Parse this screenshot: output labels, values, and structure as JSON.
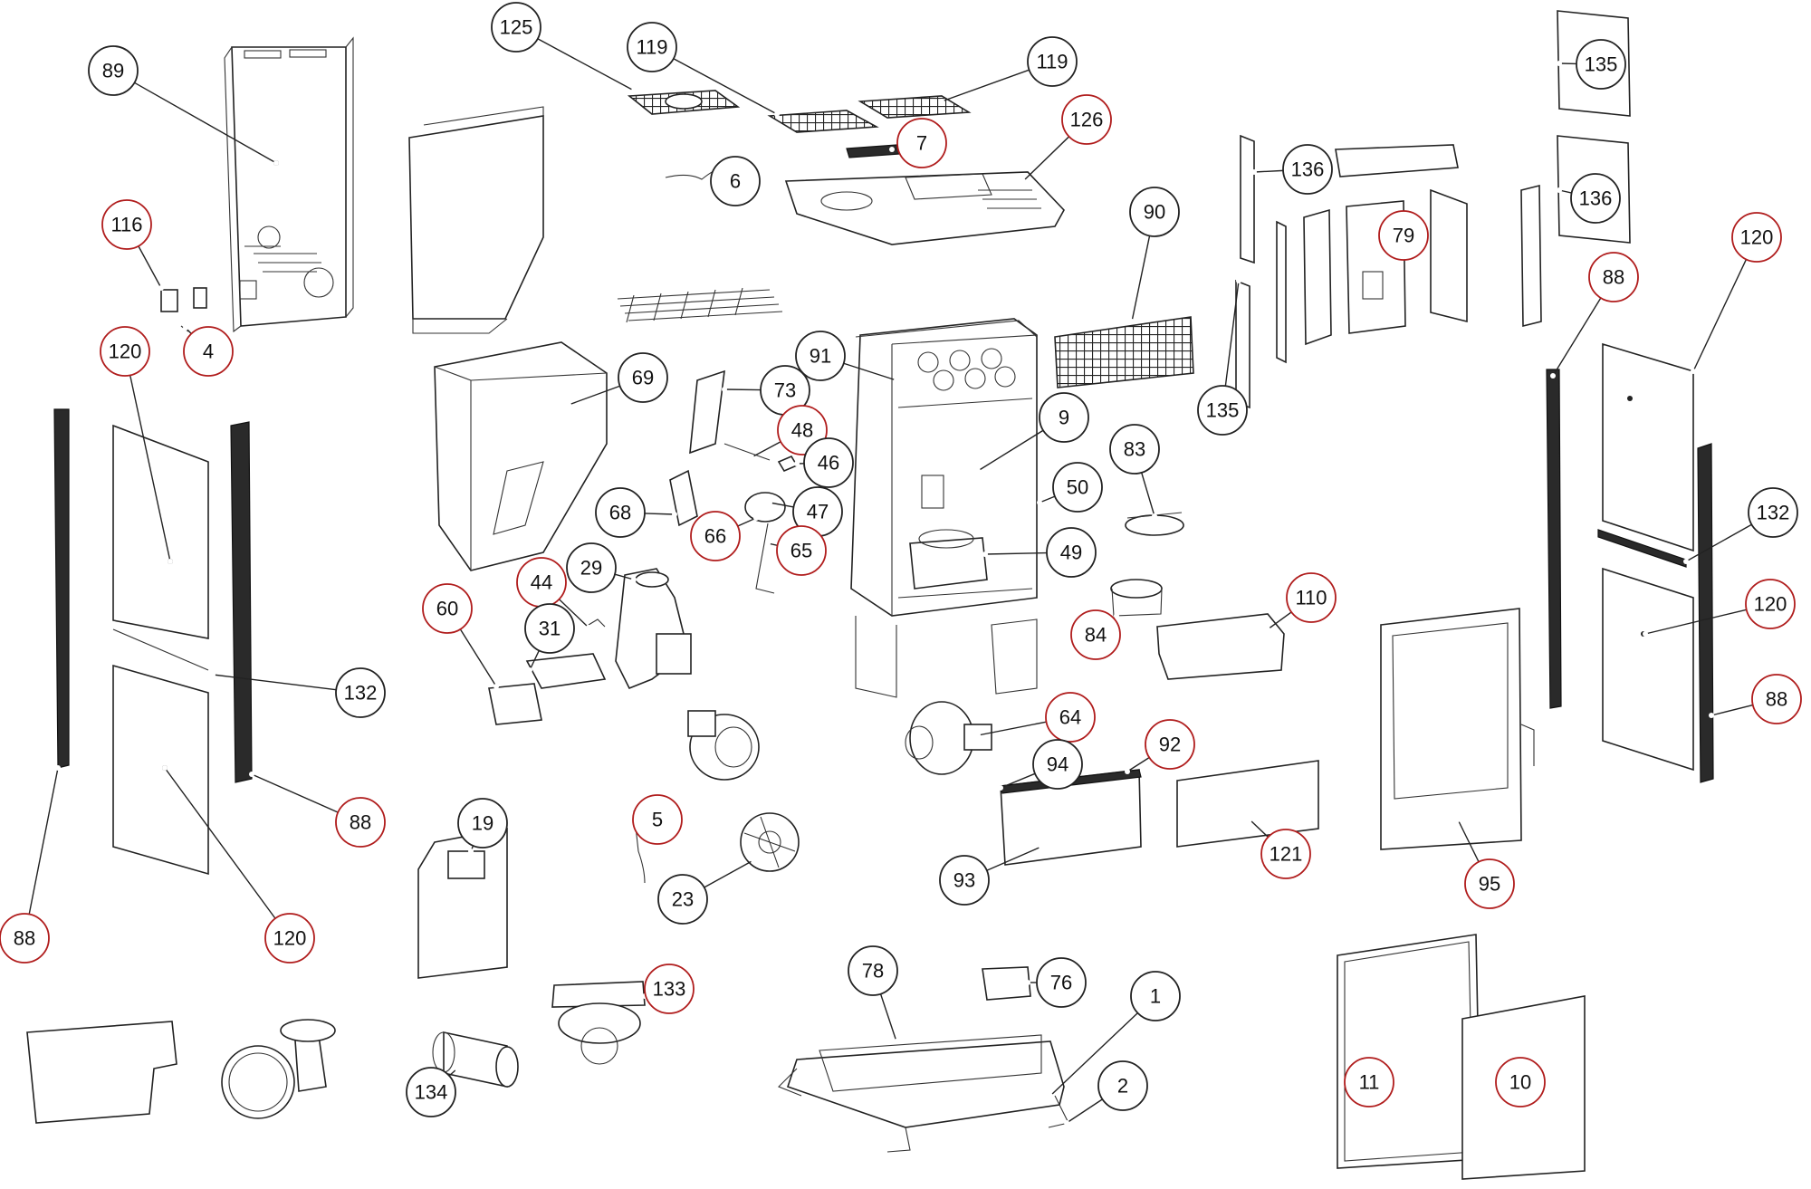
{
  "callout_colors": {
    "standard": "#222222",
    "highlighted": "#b01c1c"
  },
  "callouts": [
    {
      "label": "125",
      "style": "standard"
    },
    {
      "label": "119",
      "style": "standard"
    },
    {
      "label": "119",
      "style": "standard"
    },
    {
      "label": "89",
      "style": "standard"
    },
    {
      "label": "7",
      "style": "highlighted"
    },
    {
      "label": "126",
      "style": "highlighted"
    },
    {
      "label": "6",
      "style": "standard"
    },
    {
      "label": "116",
      "style": "highlighted"
    },
    {
      "label": "4",
      "style": "highlighted"
    },
    {
      "label": "120",
      "style": "highlighted"
    },
    {
      "label": "69",
      "style": "standard"
    },
    {
      "label": "91",
      "style": "standard"
    },
    {
      "label": "73",
      "style": "standard"
    },
    {
      "label": "48",
      "style": "highlighted"
    },
    {
      "label": "46",
      "style": "standard"
    },
    {
      "label": "9",
      "style": "standard"
    },
    {
      "label": "68",
      "style": "standard"
    },
    {
      "label": "47",
      "style": "standard"
    },
    {
      "label": "66",
      "style": "highlighted"
    },
    {
      "label": "65",
      "style": "highlighted"
    },
    {
      "label": "50",
      "style": "standard"
    },
    {
      "label": "49",
      "style": "standard"
    },
    {
      "label": "44",
      "style": "highlighted"
    },
    {
      "label": "29",
      "style": "standard"
    },
    {
      "label": "60",
      "style": "highlighted"
    },
    {
      "label": "31",
      "style": "standard"
    },
    {
      "label": "132",
      "style": "standard"
    },
    {
      "label": "88",
      "style": "highlighted"
    },
    {
      "label": "90",
      "style": "standard"
    },
    {
      "label": "136",
      "style": "standard"
    },
    {
      "label": "79",
      "style": "highlighted"
    },
    {
      "label": "135",
      "style": "standard"
    },
    {
      "label": "135",
      "style": "standard"
    },
    {
      "label": "136",
      "style": "standard"
    },
    {
      "label": "120",
      "style": "highlighted"
    },
    {
      "label": "88",
      "style": "highlighted"
    },
    {
      "label": "83",
      "style": "standard"
    },
    {
      "label": "84",
      "style": "highlighted"
    },
    {
      "label": "110",
      "style": "highlighted"
    },
    {
      "label": "132",
      "style": "standard"
    },
    {
      "label": "120",
      "style": "highlighted"
    },
    {
      "label": "88",
      "style": "highlighted"
    },
    {
      "label": "64",
      "style": "highlighted"
    },
    {
      "label": "92",
      "style": "highlighted"
    },
    {
      "label": "94",
      "style": "standard"
    },
    {
      "label": "93",
      "style": "standard"
    },
    {
      "label": "121",
      "style": "highlighted"
    },
    {
      "label": "95",
      "style": "highlighted"
    },
    {
      "label": "19",
      "style": "standard"
    },
    {
      "label": "5",
      "style": "highlighted"
    },
    {
      "label": "23",
      "style": "standard"
    },
    {
      "label": "120",
      "style": "highlighted"
    },
    {
      "label": "88",
      "style": "highlighted"
    },
    {
      "label": "133",
      "style": "highlighted"
    },
    {
      "label": "78",
      "style": "standard"
    },
    {
      "label": "76",
      "style": "standard"
    },
    {
      "label": "1",
      "style": "standard"
    },
    {
      "label": "2",
      "style": "standard"
    },
    {
      "label": "134",
      "style": "standard"
    },
    {
      "label": "11",
      "style": "highlighted"
    },
    {
      "label": "10",
      "style": "highlighted"
    }
  ]
}
